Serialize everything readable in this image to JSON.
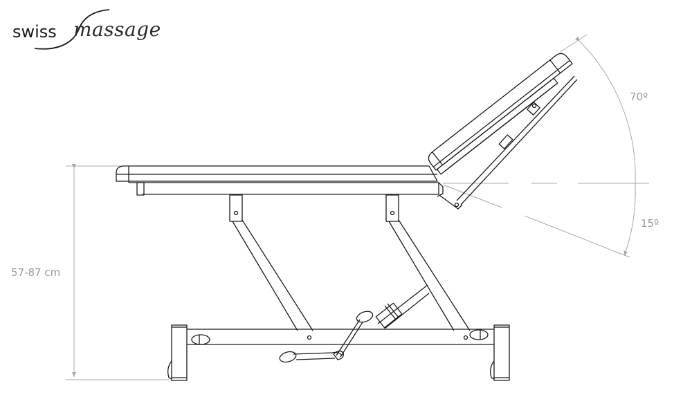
{
  "logo": {
    "brand_part1": "swiss",
    "brand_part2": "massage"
  },
  "dimensions": {
    "height_range": "57-87 cm",
    "backrest_up_angle": "70º",
    "backrest_down_angle": "15º"
  },
  "colors": {
    "line": "#1a1a1a",
    "dimension": "#a8a8a8",
    "label": "#9a9a9a",
    "background": "#ffffff"
  },
  "diagram": {
    "subject": "massage-table-side-view",
    "parts": [
      "backrest",
      "seat-cushion",
      "frame-rail",
      "scissor-legs",
      "gas-spring",
      "foot-pedal",
      "base-frame",
      "wheels",
      "end-caps"
    ]
  }
}
